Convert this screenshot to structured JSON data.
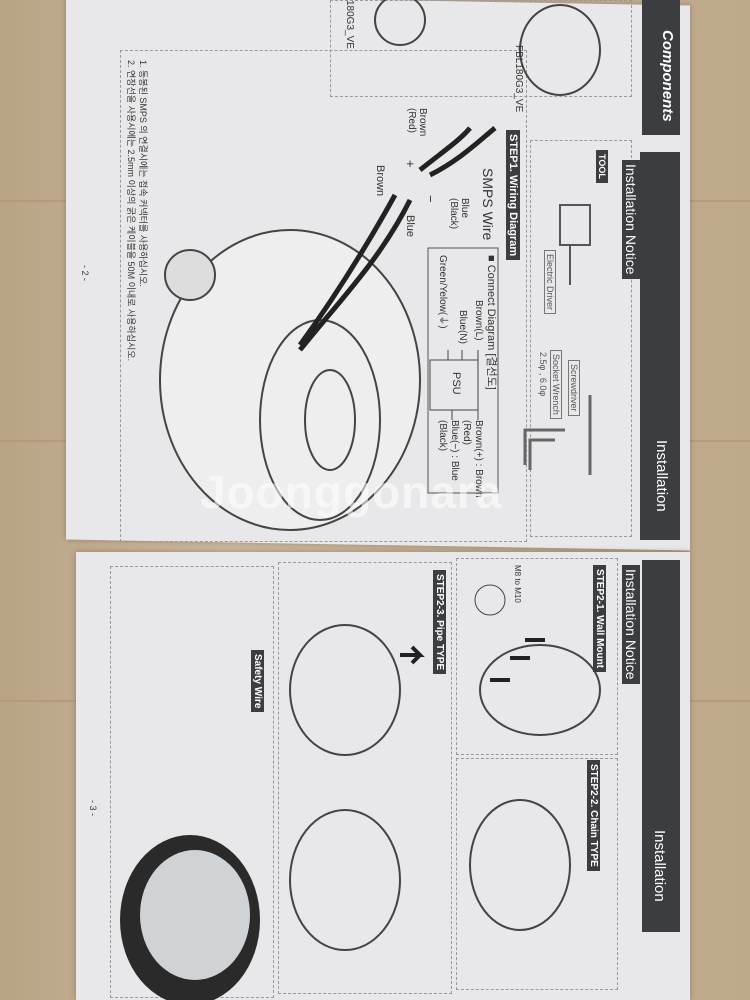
{
  "top_page": {
    "components_header": "Components",
    "model_labels": [
      "FBL180G3_VE",
      "180G3_VE"
    ],
    "section_header": "Installation",
    "notice_title": "Installation Notice",
    "tool_tag": "TOOL",
    "tools": [
      "Electric Driver",
      "Screwdriver",
      "Socket Wrench",
      "2.5φ , 6.0φ"
    ],
    "step1_title": "STEP1. Wiring Diagram",
    "smps_wire": "SMPS Wire",
    "wire_labels": {
      "blue_black": "Blue (Black)",
      "brown_red": "Brown (Red)",
      "blue": "Blue",
      "brown": "Brown",
      "plus": "+",
      "minus": "−"
    },
    "connect_diagram": "■ Connect Diagram [결선도]",
    "inputs": [
      "Brown(L)",
      "Blue(N)",
      "Green/Yelow(⏚)"
    ],
    "psu": "PSU",
    "outputs": [
      "Brown(+) : Brown",
      "(Red)",
      "Blue(−) : Blue",
      "(Black)"
    ],
    "notes": [
      "1. 동봉된 SMPS 의 연결시에는 접속 커넥터를 사용하십시오.",
      "2. 연장선을 사용시에는 2.5mm 이상의 굵은 케이블을 50M 이내로 사용하십시오."
    ],
    "page_number": "- 2 -"
  },
  "bottom_page": {
    "section_header": "Installation",
    "notice_title": "Installation Notice",
    "step2_1": "STEP2-1. Wall Mount",
    "bolt_size": "M8 to M10",
    "step2_2": "STEP2-2. Chain TYPE",
    "step2_3": "STEP2-3. Pipe TYPE",
    "safety_wire": "Safety Wire",
    "page_number": "- 3 -"
  },
  "watermark": "Joonggonara"
}
